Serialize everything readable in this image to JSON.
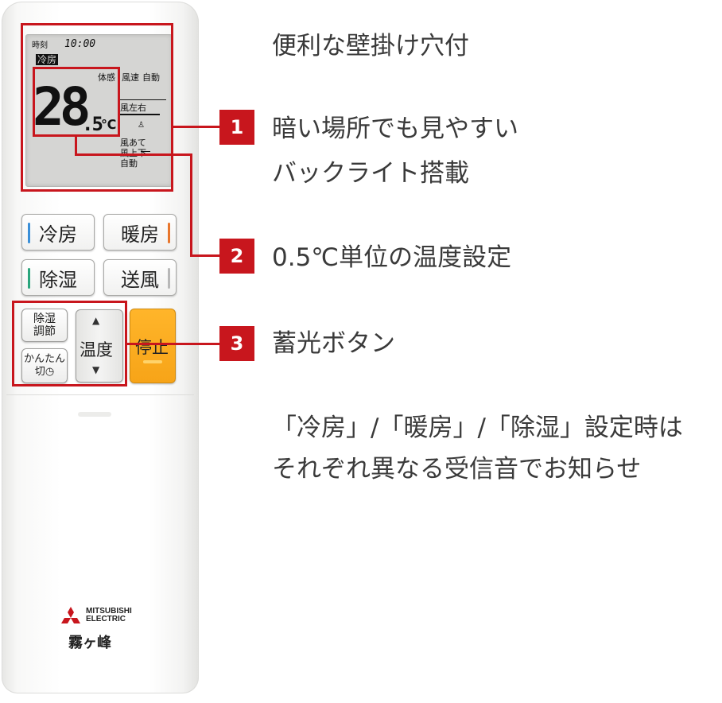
{
  "colors": {
    "accent_red": "#c8161d",
    "cool_blue": "#3a8fd8",
    "heat_orange": "#e8762c",
    "dry_green": "#2aa57c",
    "fan_gray": "#b8b8b8",
    "stop_orange": "#f7a418",
    "text": "#3a3a3a"
  },
  "lcd": {
    "clock_label": "時刻",
    "clock_value": "10:00",
    "mode": "冷房",
    "feel_label": "体感",
    "fan_speed_label": "風速",
    "fan_speed_value": "自動",
    "temp_integer": "28",
    "temp_decimal": ".5",
    "temp_unit": "℃",
    "louver_lr_label": "風左右",
    "wind_direct_label": "風あて",
    "louver_ud_label": "風上下",
    "louver_ud_value": "自動"
  },
  "buttons": {
    "cool": "冷房",
    "heat": "暖房",
    "dry": "除湿",
    "fan": "送風",
    "dehumid_adjust": [
      "除湿",
      "調節"
    ],
    "easy_timer": [
      "かんたん",
      "切"
    ],
    "temperature": "温度",
    "stop": "停止"
  },
  "brand": {
    "name_line1": "MITSUBISHI",
    "name_line2": "ELECTRIC",
    "product": "霧ヶ峰"
  },
  "callouts": [
    {
      "number": "1",
      "lines": [
        "暗い場所でも見やすい",
        "バックライト搭載"
      ]
    },
    {
      "number": "2",
      "lines": [
        "0.5℃単位の温度設定"
      ]
    },
    {
      "number": "3",
      "lines": [
        "蓄光ボタン"
      ]
    }
  ],
  "features": {
    "wall_hook": "便利な壁掛け穴付",
    "sound_line1": "「冷房」/「暖房」/「除湿」設定時は",
    "sound_line2": "それぞれ異なる受信音でお知らせ"
  }
}
